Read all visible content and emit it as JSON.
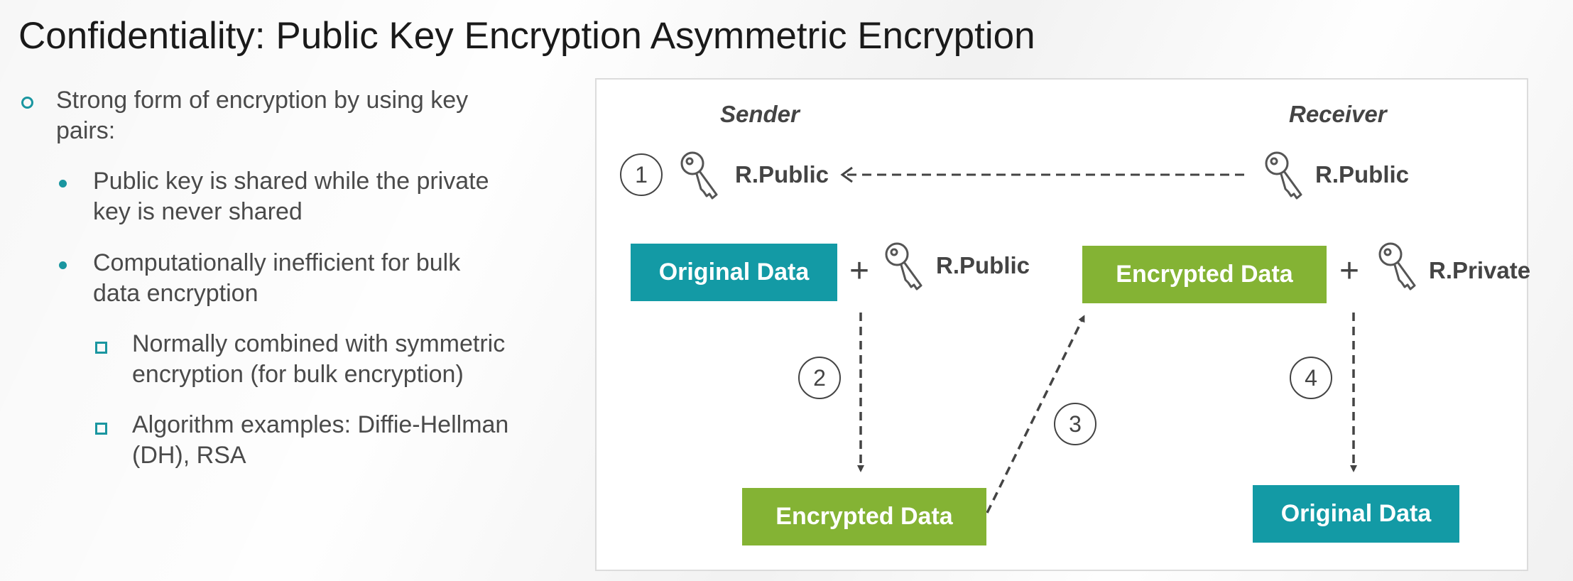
{
  "title": "Confidentiality: Public Key Encryption Asymmetric Encryption",
  "bullets": {
    "b1_line1": "Strong form of encryption by using key",
    "b1_line2": "pairs:",
    "b2_line1": "Public key is shared while the private",
    "b2_line2": "key is never shared",
    "b3_line1": "Computationally inefficient for bulk",
    "b3_line2": "data encryption",
    "b4_line1": "Normally combined with symmetric",
    "b4_line2": "encryption (for bulk encryption)",
    "b5_line1": "Algorithm examples: Diffie-Hellman",
    "b5_line2": "(DH), RSA"
  },
  "diagram": {
    "sender": "Sender",
    "receiver": "Receiver",
    "step1": "1",
    "step2": "2",
    "step3": "3",
    "step4": "4",
    "r_public": "R.Public",
    "r_private": "R.Private",
    "original_data": "Original Data",
    "encrypted_data": "Encrypted Data",
    "plus": "+"
  },
  "colors": {
    "accent": "#1a96a0",
    "teal_box": "#139aa5",
    "green_box": "#84b334"
  },
  "icons": [
    "key-icon"
  ]
}
